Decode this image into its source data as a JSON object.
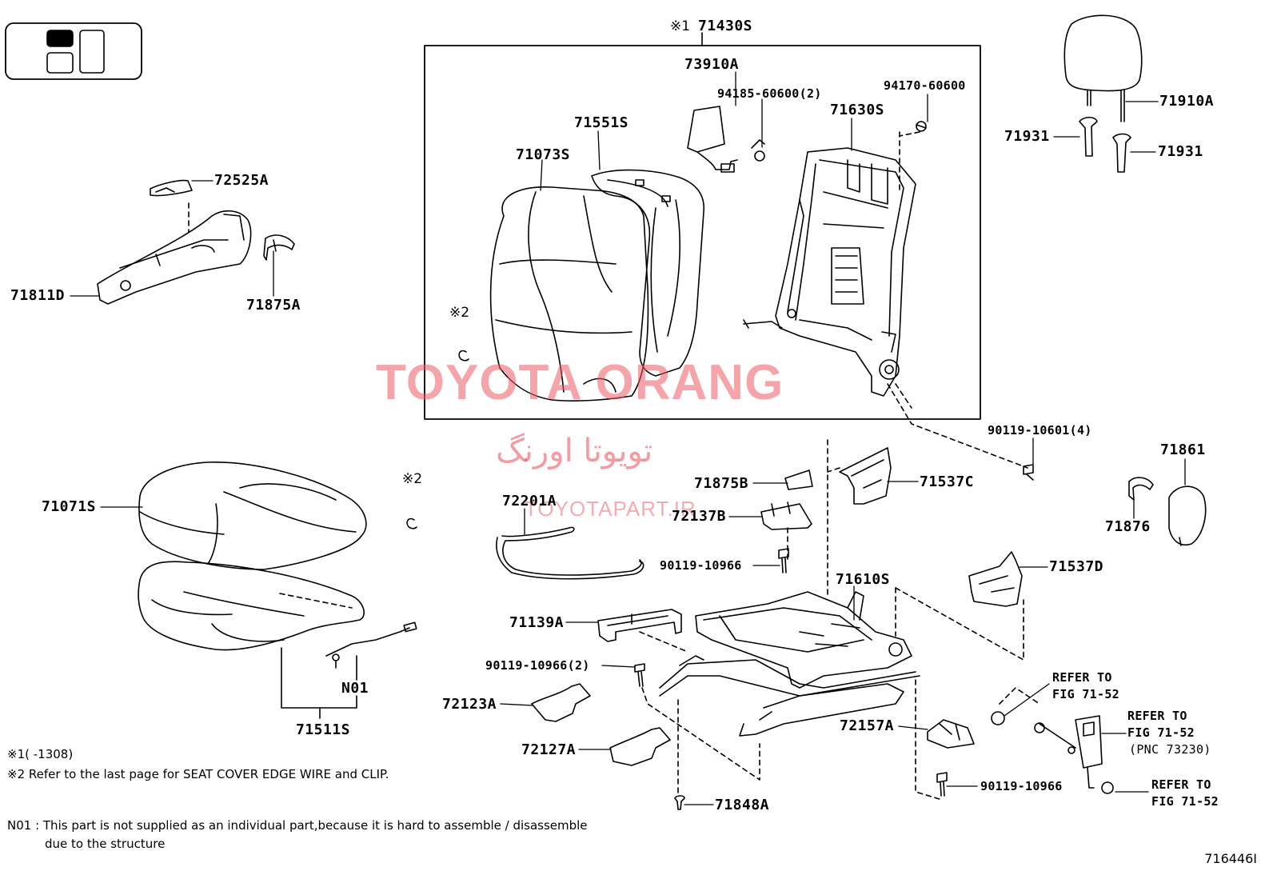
{
  "symbols": {
    "kome1": "※1",
    "kome2": "※2"
  },
  "labels": {
    "p71430S": "71430S",
    "p73910A": "73910A",
    "p94185": "94185-60600(2)",
    "p94170": "94170-60600",
    "p71630S": "71630S",
    "p71551S": "71551S",
    "p71073S": "71073S",
    "p72525A": "72525A",
    "p71811D": "71811D",
    "p71875A": "71875A",
    "p71910A": "71910A",
    "p71931a": "71931",
    "p71931b": "71931",
    "p90119_10601": "90119-10601(4)",
    "p71861": "71861",
    "p71876": "71876",
    "p71875B": "71875B",
    "p71537C": "71537C",
    "p72201A": "72201A",
    "p72137B": "72137B",
    "p90119_10966a": "90119-10966",
    "p71610S": "71610S",
    "p71537D": "71537D",
    "p71139A": "71139A",
    "p90119_10966_2": "90119-10966(2)",
    "p72123A": "72123A",
    "p72127A": "72127A",
    "p72157A": "72157A",
    "p90119_10966b": "90119-10966",
    "p71848A": "71848A",
    "p71071S": "71071S",
    "p71511S": "71511S",
    "pN01": "N01",
    "refer1a": "REFER TO",
    "refer1b": "FIG 71-52",
    "refer2a": "REFER TO",
    "refer2b": "FIG 71-52",
    "refer2c": "(PNC 73230)",
    "refer3a": "REFER TO",
    "refer3b": "FIG 71-52"
  },
  "notes": {
    "note1": "※1(      -1308)",
    "note2": "※2 Refer to the last page for SEAT COVER EDGE WIRE and CLIP.",
    "n01a": "N01 : This part is not supplied as an individual part,because it is hard to assemble / disassemble",
    "n01b": "due to the structure"
  },
  "watermark": {
    "main": "TOYOTA ORANG",
    "persian": "تویوتا اورنگ",
    "site": "TOYOTAPART.IR"
  },
  "figure_id": "716446I"
}
